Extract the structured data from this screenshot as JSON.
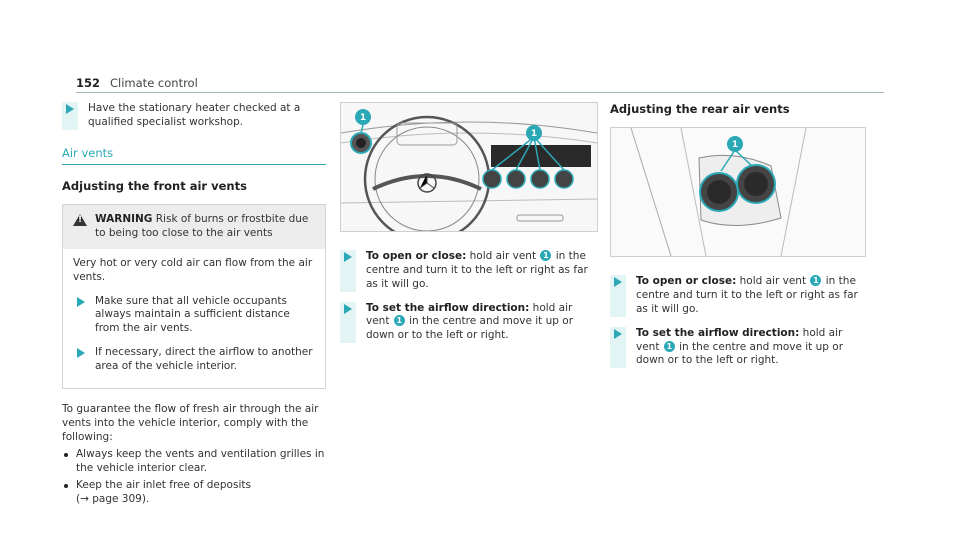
{
  "header": {
    "page_number": "152",
    "section_title": "Climate control"
  },
  "col1": {
    "intro_step": "Have the stationary heater checked at a qualified specialist workshop.",
    "air_vents_heading": "Air vents",
    "front_heading": "Adjusting the front air vents",
    "warning": {
      "label": "WARNING",
      "text": "Risk of burns or frostbite due to being too close to the air vents",
      "body": "Very hot or very cold air can flow from the air vents.",
      "steps": [
        "Make sure that all vehicle occupants always maintain a sufficient distance from the air vents.",
        "If necessary, direct the airflow to another area of the vehicle interior."
      ]
    },
    "para": "To guarantee the flow of fresh air through the air vents into the vehicle interior, comply with the following:",
    "bullets": [
      "Always keep the vents and ventilation grilles in the vehicle interior clear.",
      "Keep the air inlet free of deposits"
    ],
    "page_ref": "(→ page 309)."
  },
  "col2": {
    "badge": "1",
    "steps": [
      {
        "lead": "To open or close:",
        "pre": "hold air vent",
        "post": "in the centre and turn it to the left or right as far as it will go."
      },
      {
        "lead": "To set the airflow direction:",
        "pre": "hold air vent",
        "post": "in the centre and move it up or down or to the left or right."
      }
    ]
  },
  "col3": {
    "heading": "Adjusting the rear air vents",
    "badge": "1",
    "steps": [
      {
        "lead": "To open or close:",
        "pre": "hold air vent",
        "post": "in the centre and turn it to the left or right as far as it will go."
      },
      {
        "lead": "To set the airflow direction:",
        "pre": "hold air vent",
        "post": "in the centre and move it up or down or to the left or right."
      }
    ]
  },
  "colors": {
    "accent": "#2ba8b6",
    "step_bar": "#e3f4f5",
    "warning_bg": "#ececec"
  }
}
